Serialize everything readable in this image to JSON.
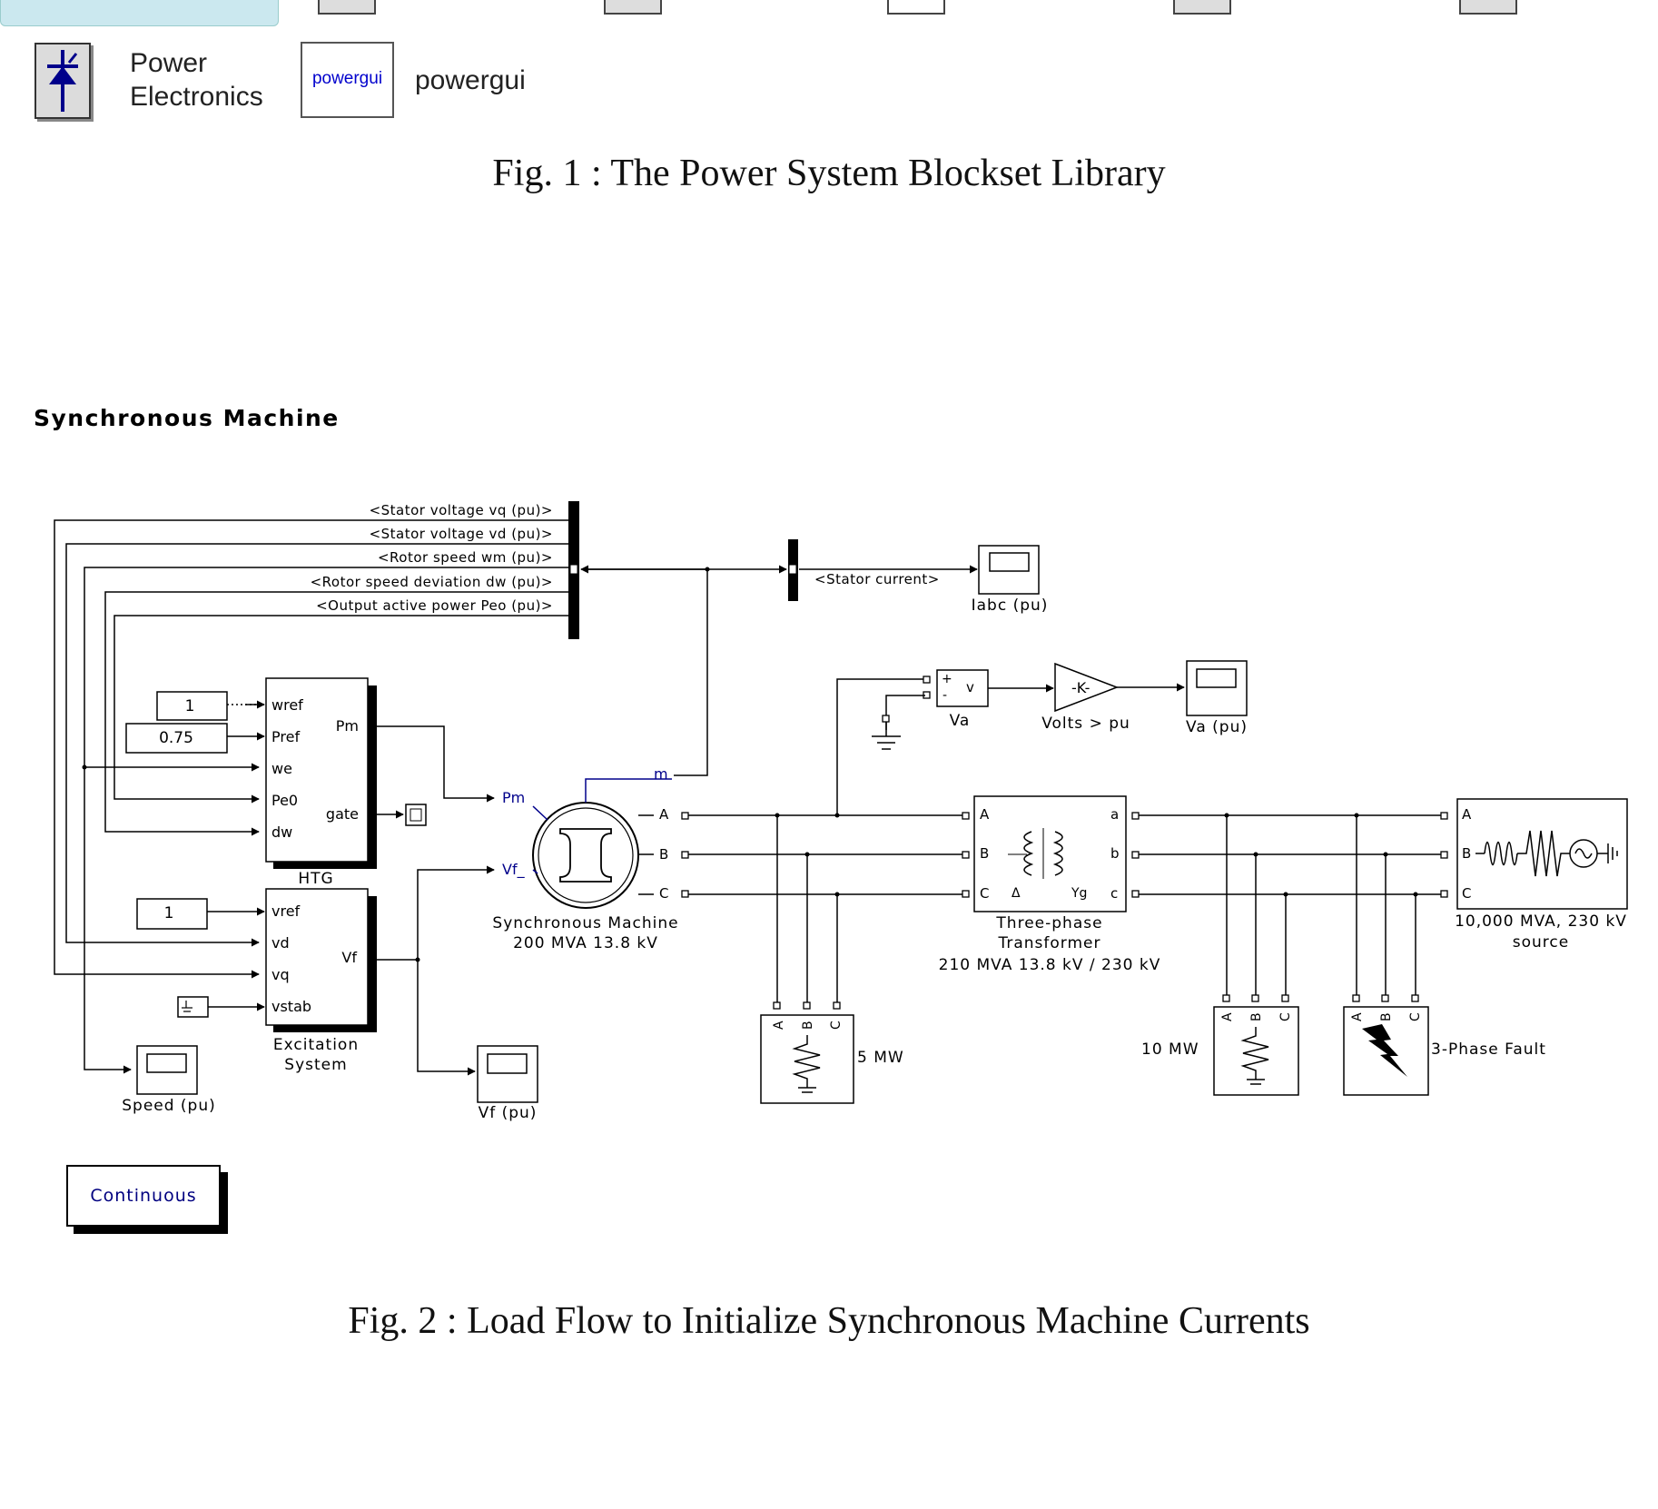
{
  "library": {
    "items": [
      {
        "label_lines": [
          "Power",
          "Electronics"
        ],
        "icon": "thyristor-icon"
      },
      {
        "label": "powergui",
        "icon_text": "powergui"
      }
    ],
    "caption": "Fig. 1 : The Power System Blockset Library"
  },
  "diagram": {
    "title": "Synchronous Machine",
    "bus_signals": [
      "<Stator voltage  vq (pu)>",
      "<Stator voltage  vd (pu)>",
      "<Rotor speed  wm  (pu)>",
      "<Rotor speed deviation  dw (pu)>",
      "<Output active power   Peo (pu)>"
    ],
    "stator_current_label": "<Stator current>",
    "scopes": {
      "iabc": "Iabc (pu)",
      "va": "Va (pu)",
      "speed": "Speed (pu)",
      "vf": "Vf (pu)"
    },
    "constants": {
      "wref": "1",
      "pref": "0.75",
      "vref": "1"
    },
    "htg": {
      "name": "HTG",
      "inputs": [
        "wref",
        "Pref",
        "we",
        "Pe0",
        "dw"
      ],
      "outputs": [
        "Pm",
        "gate"
      ]
    },
    "excitation": {
      "name_lines": [
        "Excitation",
        "System"
      ],
      "inputs": [
        "vref",
        "vd",
        "vq",
        "vstab"
      ],
      "output": "Vf"
    },
    "machine": {
      "name_lines": [
        "Synchronous Machine",
        "200 MVA 13.8 kV"
      ],
      "ports_in": [
        "Pm",
        "Vf_"
      ],
      "port_m": "m",
      "phases": [
        "A",
        "B",
        "C"
      ]
    },
    "voltmeter": {
      "name": "Va",
      "plus": "+",
      "minus": "-",
      "out": "v"
    },
    "gain": {
      "text": "-K-",
      "name": "Volts > pu"
    },
    "transformer": {
      "name_lines": [
        "Three-phase",
        "Transformer",
        "210 MVA 13.8 kV / 230 kV"
      ],
      "left": [
        "A",
        "B",
        "C"
      ],
      "right": [
        "a",
        "b",
        "c"
      ],
      "winding_left": "Δ",
      "winding_right": "Yg"
    },
    "source": {
      "name_lines": [
        "10,000 MVA, 230 kV",
        "source"
      ],
      "phases": [
        "A",
        "B",
        "C"
      ]
    },
    "load_5mw": {
      "name": "5 MW",
      "phases": [
        "A",
        "B",
        "C"
      ]
    },
    "load_10mw": {
      "name": "10 MW",
      "phases": [
        "A",
        "B",
        "C"
      ]
    },
    "fault": {
      "name": "3-Phase Fault",
      "phases": [
        "A",
        "B",
        "C"
      ]
    },
    "powergui_mode": "Continuous",
    "caption": "Fig. 2 : Load Flow to Initialize Synchronous Machine Currents"
  }
}
